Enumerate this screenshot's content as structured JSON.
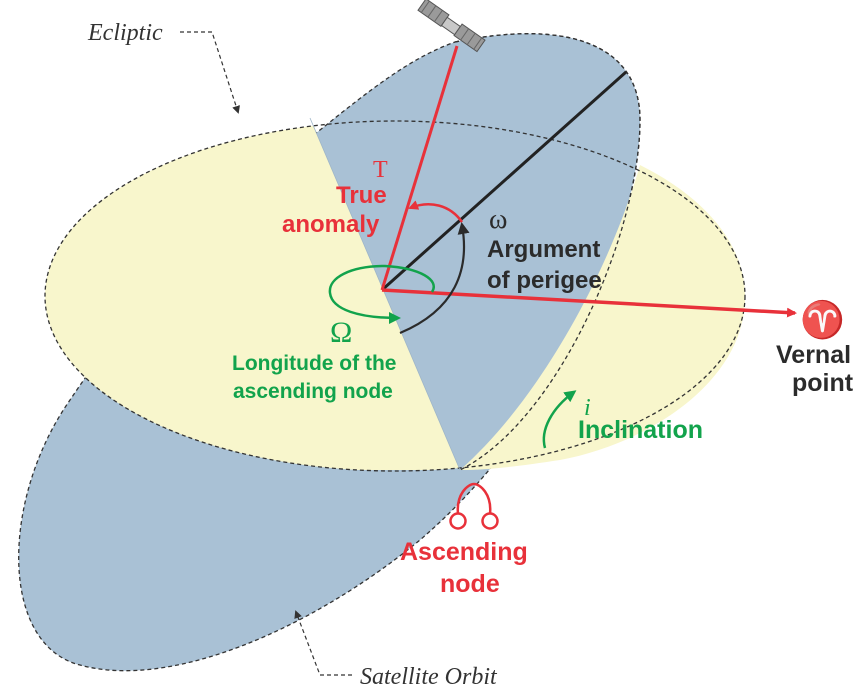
{
  "labels": {
    "ecliptic": "Ecliptic",
    "satellite_orbit": "Satellite Orbit",
    "true_anomaly_symbol": "T",
    "true_anomaly_line1": "True",
    "true_anomaly_line2": "anomaly",
    "omega_small_symbol": "ω",
    "arg_perigee_line1": "Argument",
    "arg_perigee_line2": "of perigee",
    "omega_capital_symbol": "Ω",
    "lon_asc_line1": "Longitude of the",
    "lon_asc_line2": "ascending node",
    "vernal_symbol": "♈",
    "vernal_line1": "Vernal",
    "vernal_line2": "point",
    "inclination_symbol": "i",
    "inclination_label": "Inclination",
    "asc_node_line1": "Ascending",
    "asc_node_line2": "node"
  },
  "colors": {
    "ecliptic_fill": "#f8f6cc",
    "orbit_fill": "#a9c1d5",
    "red": "#e8313a",
    "green": "#12a34c",
    "dark": "#2b2b2b",
    "outline": "#333333"
  }
}
